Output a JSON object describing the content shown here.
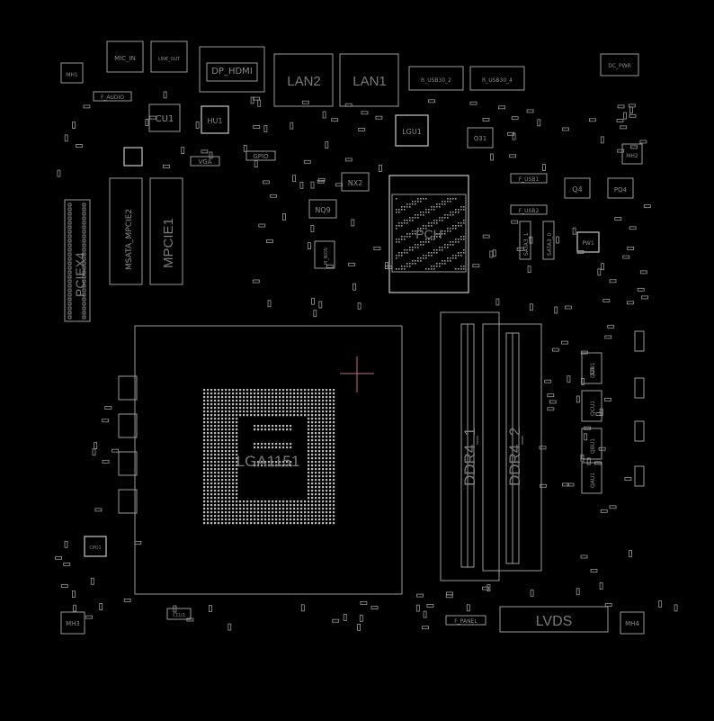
{
  "board": {
    "background": "#000000",
    "outline_color": "#9a9a9a",
    "cursor_color": "#c0707a"
  },
  "labels": {
    "mic_in": "MIC_IN",
    "line_out": "LINE_OUT",
    "dp_hdmi": "DP_HDMI",
    "lan2": "LAN2",
    "lan1": "LAN1",
    "usb30_2": "R_USB30_2",
    "usb30_4": "R_USB30_4",
    "dc_pwr": "DC_PWR",
    "mh1": "MH1",
    "mh2": "MH2",
    "mh3": "MH3",
    "mh4": "MH4",
    "f_audio": "F_AUDIO",
    "cu1": "CU1",
    "hu1": "HU1",
    "lgu1": "LGU1",
    "q31": "Q31",
    "q4": "Q4",
    "pq4": "PQ4",
    "f_usb1": "F_USB1",
    "f_usb2": "F_USB2",
    "vga": "VGA",
    "gpio": "GPIO",
    "nx2": "NX2",
    "nq9": "NQ9",
    "pch": "PCH",
    "pcie_x4": "PCIEX4",
    "msata": "MSATA_MPCIE2",
    "mpcie1": "MPCIE1",
    "m_bios": "M_BIOS",
    "sata3_1": "SATA3_1",
    "sata3_0": "SATA3_0",
    "pw1": "PW1",
    "lga": "LGA1151",
    "ddr4_1": "DDR4_1",
    "ddr4_2": "DDR4_2",
    "qdu1": "QDU1",
    "qcu1": "QCU1",
    "qbu1": "QBU1",
    "qau1": "QAU1",
    "cpu1": "CPU1",
    "ccu1": "CCU1",
    "f_panel": "F_PANEL",
    "lvds": "LVDS",
    "cu1_small": "CU1"
  }
}
